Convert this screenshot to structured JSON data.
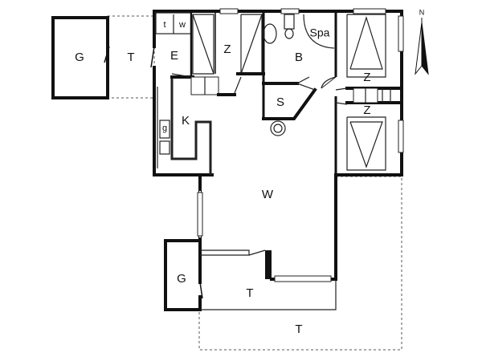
{
  "floorplan": {
    "rooms": {
      "garage_top": "G",
      "terrace_top": "T",
      "entrance": "E",
      "toilet": "t",
      "washer": "w",
      "bedroom_left": "Z",
      "bathroom": "B",
      "spa": "Spa",
      "sauna": "S",
      "kitchen": "K",
      "kitchen_fridge": "g",
      "bedroom_right_top": "Z",
      "bedroom_right_bottom": "Z",
      "living": "W",
      "garage_bottom": "G",
      "terrace_inner": "T",
      "terrace_outer": "T"
    },
    "compass": {
      "label": "N"
    }
  }
}
